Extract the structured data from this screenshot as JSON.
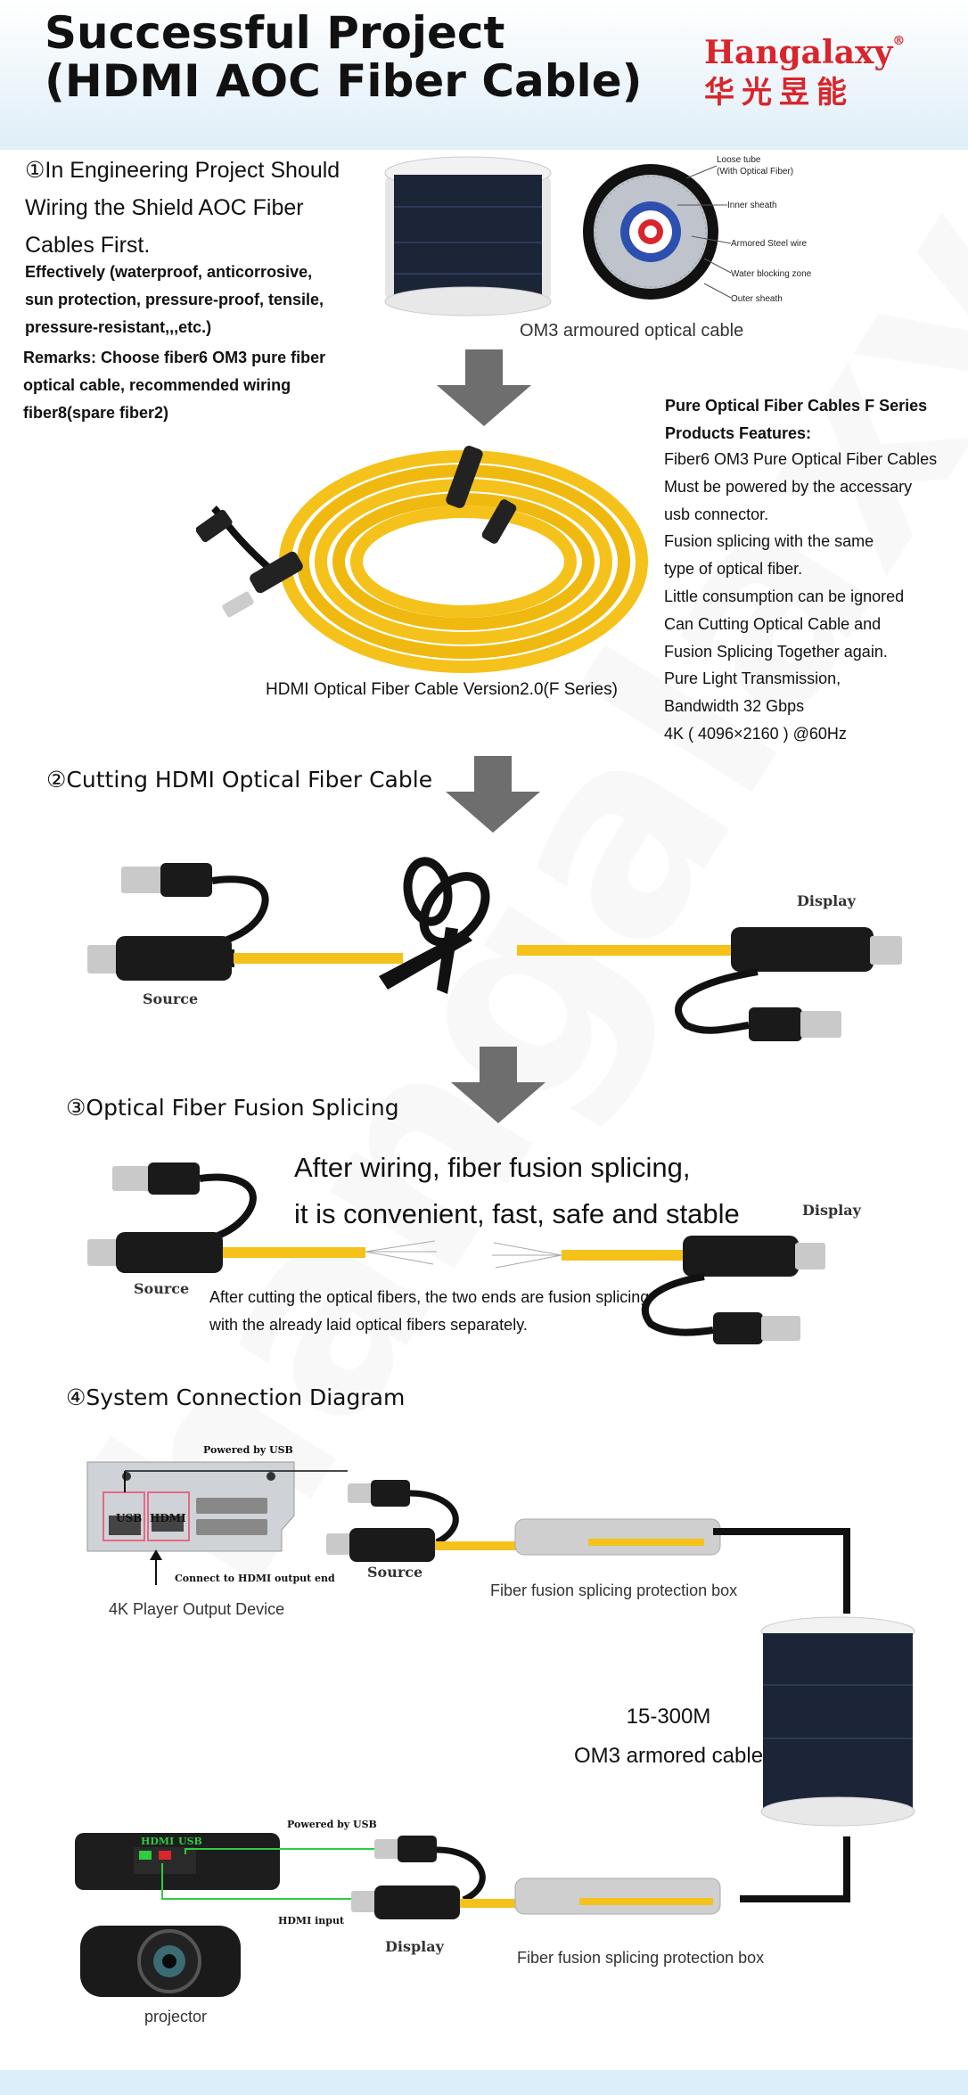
{
  "header": {
    "title_line1": "Successful Project",
    "title_line2": "(HDMI AOC Fiber Cable)",
    "brand_name": "Hangalaxy",
    "brand_reg": "®",
    "brand_cn": "华光昱能"
  },
  "watermark": "hangalaxy",
  "section1": {
    "heading_lines": [
      "①In Engineering Project Should",
      "Wiring the Shield AOC Fiber",
      "Cables First."
    ],
    "effect_lines": [
      "Effectively (waterproof, anticorrosive,",
      "sun protection, pressure-proof, tensile,",
      "pressure-resistant,,,etc.)"
    ],
    "remarks_lines": [
      "Remarks: Choose fiber6 OM3 pure fiber",
      "optical cable, recommended wiring",
      "fiber8(spare fiber2)"
    ],
    "cable_caption": "OM3 armoured optical cable",
    "cross_section_labels": [
      "Loose tube",
      "(With Optical Fiber)",
      "Inner sheath",
      "Armored Steel wire",
      "Water blocking zone",
      "Outer sheath"
    ],
    "product_caption": "HDMI Optical Fiber Cable Version2.0(F Series)",
    "features_title_lines": [
      "Pure Optical Fiber Cables F Series",
      "Products Features:"
    ],
    "features_lines": [
      "Fiber6 OM3 Pure Optical Fiber Cables",
      "Must be powered by the accessary",
      "usb connector.",
      "Fusion splicing with the same",
      "type of optical fiber.",
      "Little consumption can be ignored",
      "Can Cutting Optical Cable and",
      "Fusion Splicing Together again.",
      "Pure Light Transmission,",
      "Bandwidth 32 Gbps",
      "4K ( 4096×2160 ) @60Hz"
    ]
  },
  "section2": {
    "heading": "②Cutting HDMI Optical Fiber Cable",
    "source_label": "Source",
    "display_label": "Display"
  },
  "section3": {
    "heading": "③Optical Fiber Fusion Splicing",
    "big_lines": [
      "After wiring, fiber fusion splicing,",
      "it is convenient, fast, safe and stable"
    ],
    "source_label": "Source",
    "display_label": "Display",
    "note_lines": [
      "After cutting the optical fibers, the two ends are fusion splicing",
      "with the already laid optical fibers separately."
    ]
  },
  "section4": {
    "heading": "④System Connection Diagram",
    "powered_by_usb_top": "Powered by  USB",
    "usb_port": "USB",
    "hdmi_port": "HDMI",
    "connect_label": "Connect to HDMI output end",
    "source_label": "Source",
    "player_caption": "4K Player Output Device",
    "box_caption_top": "Fiber fusion splicing protection box",
    "armored_lines": [
      "15-300M",
      "OM3 armored cable"
    ],
    "powered_by_usb_bottom": "Powered by  USB",
    "projector_hdmi": "HDMI",
    "projector_usb": "USB",
    "hdmi_input": "HDMI input",
    "display_label": "Display",
    "box_caption_bottom": "Fiber fusion splicing protection box",
    "projector_caption": "projector"
  },
  "colors": {
    "fiber_yellow": "#f4c21b",
    "brand_red": "#d8262c",
    "arrow_gray": "#6e6e6e",
    "cable_navy": "#1c2438",
    "usb_green": "#2ecc40"
  }
}
